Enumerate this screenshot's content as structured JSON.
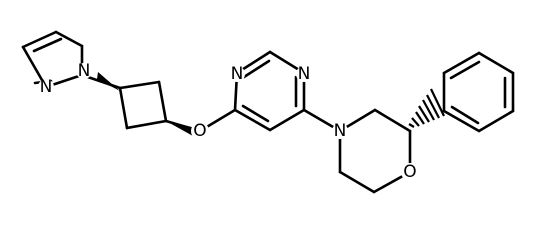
{
  "molecule": {
    "atom_labels": {
      "pyrazole_n1": "N",
      "pyrazole_n2": "N",
      "ether_o": "O",
      "pyrimidine_n1": "N",
      "pyrimidine_n3": "N",
      "morpholine_n": "N",
      "morpholine_o": "O"
    }
  }
}
